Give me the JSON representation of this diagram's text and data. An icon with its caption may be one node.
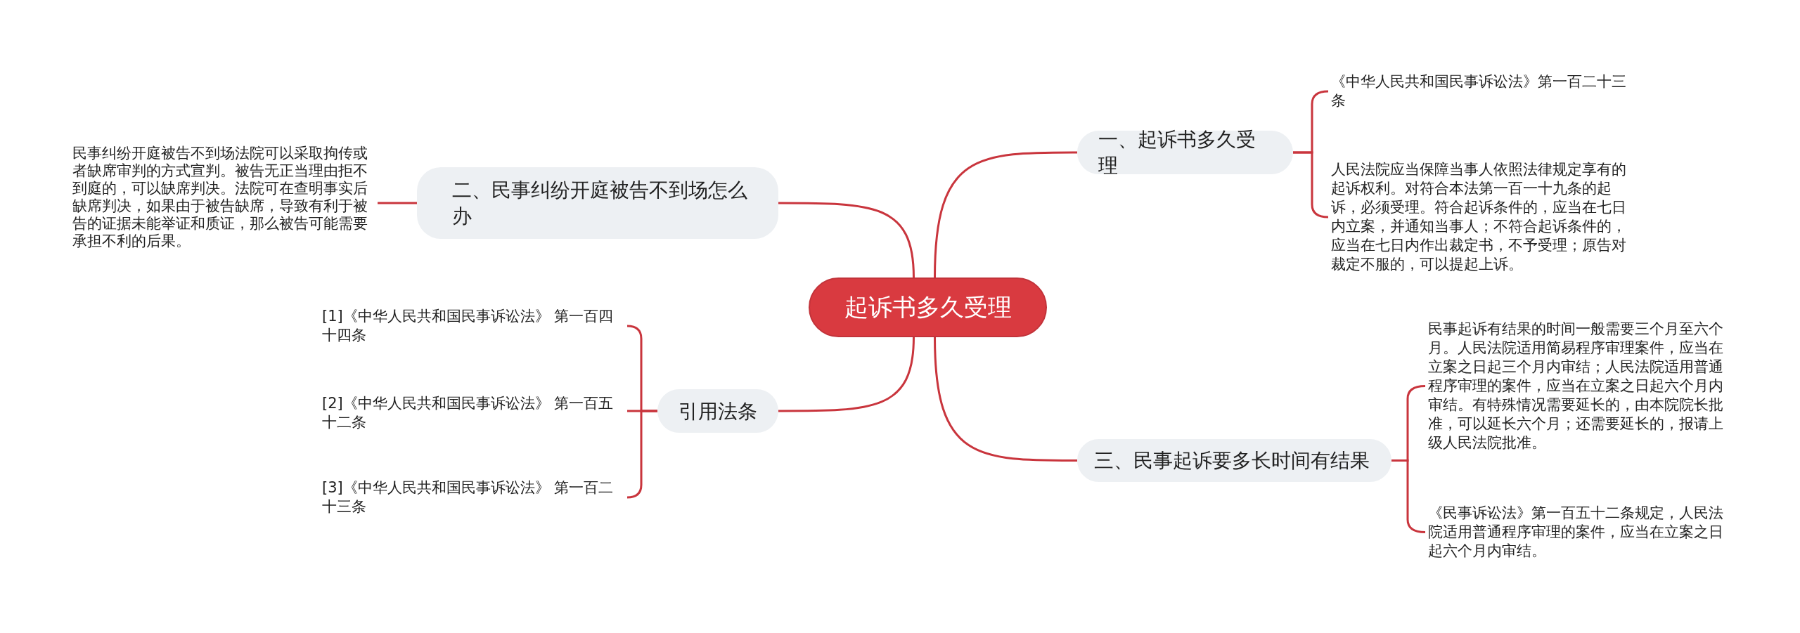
{
  "diagram": {
    "nodes": [
      {
        "text": [
          "起诉书多久受理"
        ]
      },
      {
        "text": [
          "一、起诉书多久受理"
        ]
      },
      {
        "text": [
          "《中华人民共和国民事诉讼法》第一百二十三条"
        ]
      },
      {
        "text": [
          "人民法院应当保障当事人依照法律规定享有的起诉权利。对符合本法第一百一十九条的起诉，必须受理。符合起诉条件的，应当在七日内立案，并通知当事人；不符合起诉条件的，应当在七日内作出裁定书，不予受理；原告对裁定不服的，可以提起上诉。"
        ]
      },
      {
        "text": [
          "二、民事纠纷开庭被告不到场怎么办"
        ]
      },
      {
        "text": [
          "民事纠纷开庭被告不到场法院可以采取拘传或者缺席审判的方式宣判。被告无正当理由拒不到庭的，可以缺席判决。法院可在查明事实后缺席判决，如果由于被告缺席，导致有利于被告的证据未能举证和质证，那么被告可能需要承担不利的后果。"
        ]
      },
      {
        "text": [
          "引用法条"
        ]
      },
      {
        "text": [
          "[1]《中华人民共和国民事诉讼法》 第一百四十四条"
        ]
      },
      {
        "text": [
          "[2]《中华人民共和国民事诉讼法》 第一百五十二条"
        ]
      },
      {
        "text": [
          "[3]《中华人民共和国民事诉讼法》 第一百二十三条"
        ]
      },
      {
        "text": [
          "三、民事起诉要多长时间有结果"
        ]
      },
      {
        "text": [
          "民事起诉有结果的时间一般需要三个月至六个月。人民法院适用简易程序审理案件，应当在立案之日起三个月内审结；人民法院适用普通程序审理的案件，应当在立案之日起六个月内审结。有特殊情况需要延长的，由本院院长批准，可以延长六个月；还需要延长的，报请上级人民法院批准。"
        ]
      },
      {
        "text": [
          "《民事诉讼法》第一百五十二条规定，人民法院适用普通程序审理的案件，应当在立案之日起六个月内审结。"
        ]
      }
    ],
    "edges": [
      {
        "from": 0,
        "to": 1,
        "arrow": "none"
      },
      {
        "from": 1,
        "to": 2,
        "arrow": "none"
      },
      {
        "from": 1,
        "to": 3,
        "arrow": "none"
      },
      {
        "from": 0,
        "to": 4,
        "arrow": "none"
      },
      {
        "from": 4,
        "to": 5,
        "arrow": "none"
      },
      {
        "from": 0,
        "to": 6,
        "arrow": "none"
      },
      {
        "from": 6,
        "to": 7,
        "arrow": "none"
      },
      {
        "from": 6,
        "to": 8,
        "arrow": "none"
      },
      {
        "from": 6,
        "to": 9,
        "arrow": "none"
      },
      {
        "from": 0,
        "to": 10,
        "arrow": "none"
      },
      {
        "from": 10,
        "to": 11,
        "arrow": "none"
      },
      {
        "from": 10,
        "to": 12,
        "arrow": "none"
      }
    ]
  }
}
